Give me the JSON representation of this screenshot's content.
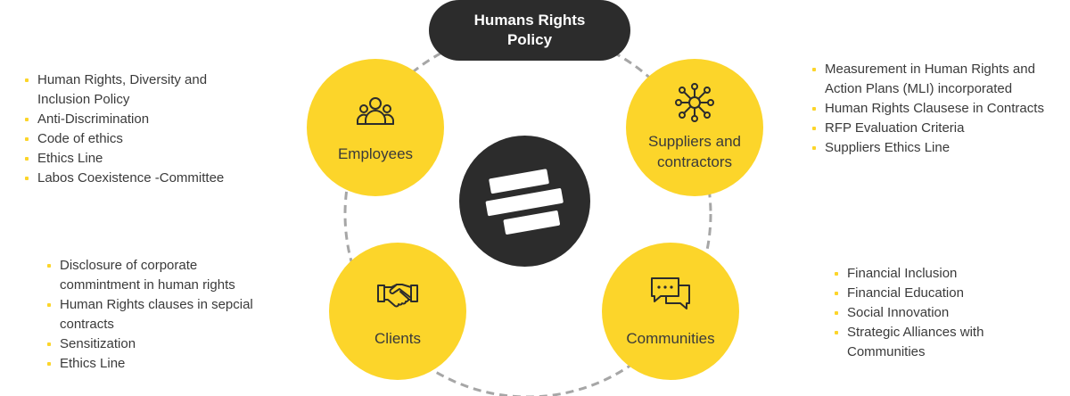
{
  "title": "Humans Rights Policy",
  "colors": {
    "accent": "#fcd52a",
    "dark": "#2c2c2c",
    "text": "#3a3a3a",
    "ring": "#a6a6a6"
  },
  "center_icon": "stacked-bars-logo-icon",
  "nodes": {
    "employees": {
      "label": "Employees",
      "icon": "people-group-icon"
    },
    "suppliers": {
      "label": "Suppliers and contractors",
      "icon": "network-hub-icon"
    },
    "clients": {
      "label": "Clients",
      "icon": "handshake-icon"
    },
    "communities": {
      "label": "Communities",
      "icon": "chat-bubbles-icon"
    }
  },
  "lists": {
    "employees": [
      "Human Rights, Diversity and Inclusion Policy",
      "Anti-Discrimination",
      "Code of ethics",
      "Ethics Line",
      "Labos Coexistence -Committee"
    ],
    "suppliers": [
      "Measurement in Human Rights and Action Plans (MLI) incorporated",
      "Human Rights Clausese in Contracts",
      "RFP Evaluation Criteria",
      "Suppliers Ethics Line"
    ],
    "clients": [
      "Disclosure of corporate commintment in human rights",
      "Human Rights clauses in sepcial contracts",
      "Sensitization",
      "Ethics Line"
    ],
    "communities": [
      "Financial Inclusion",
      "Financial Education",
      "Social Innovation",
      "Strategic Alliances with Communities"
    ]
  }
}
